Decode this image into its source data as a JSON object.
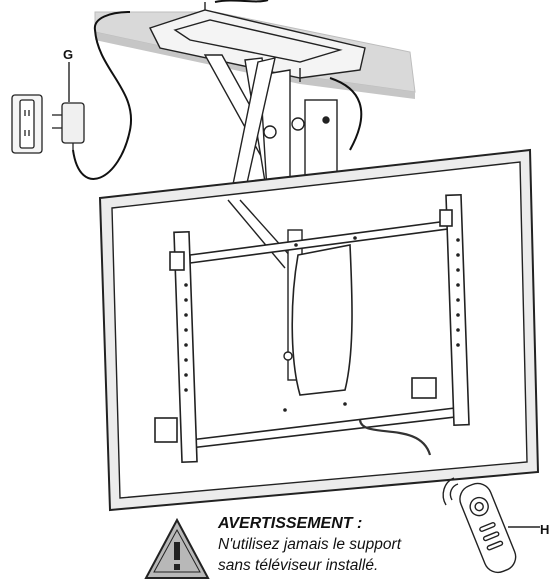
{
  "callouts": {
    "g": "G",
    "h": "H"
  },
  "warning": {
    "title": "AVERTISSEMENT :",
    "line1": "N'utilisez jamais le support",
    "line2": "sans téléviseur installé."
  },
  "icons": {
    "warning": "warning-triangle-icon",
    "outlet": "wall-outlet-icon",
    "adapter": "power-adapter-icon",
    "remote": "remote-control-icon"
  },
  "colors": {
    "ceiling": "#d9d9d9",
    "line": "#222222",
    "tv_screen": "#ffffff",
    "tv_frame": "#ececec"
  }
}
